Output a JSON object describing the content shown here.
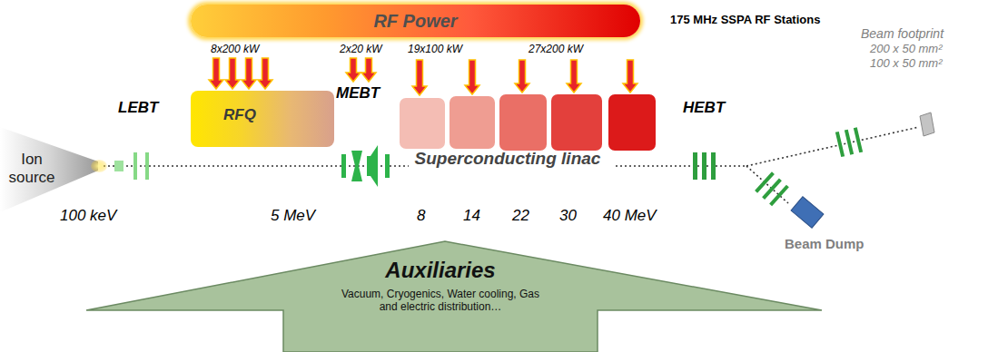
{
  "diagram": {
    "nodes": [
      {
        "text": [
          "RF Power"
        ]
      },
      {
        "text": [
          "Ion source"
        ]
      },
      {
        "text": [
          "RFQ"
        ]
      },
      {
        "text": [
          "Superconducting linac"
        ]
      },
      {
        "text": [
          "Beam Dump"
        ]
      },
      {
        "text": [
          "Auxiliaries",
          "Vacuum, Cryogenics, Water cooling, Gas and electric distribution…"
        ]
      }
    ],
    "labels": [
      "175 MHz SSPA RF Stations",
      "8x200 kW",
      "2x20 kW",
      "19x100 kW",
      "27x200 kW",
      "LEBT",
      "MEBT",
      "HEBT",
      "Beam footprint",
      "200 x 50 mm²",
      "100 x 50 mm²",
      "100 keV",
      "5 MeV",
      "8",
      "14",
      "22",
      "30",
      "40 MeV"
    ]
  }
}
